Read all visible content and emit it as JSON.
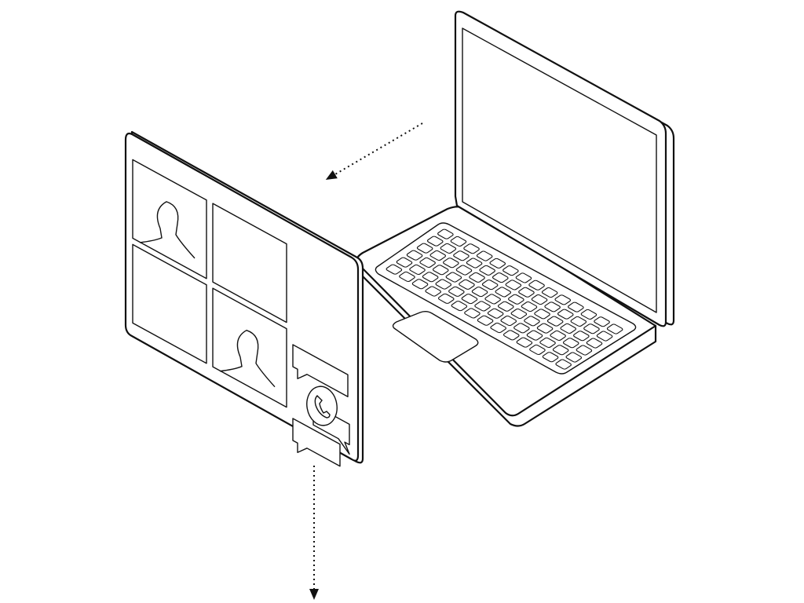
{
  "colors": {
    "stroke": "#111111",
    "background": "#ffffff"
  },
  "icons": {
    "call": "phone-icon",
    "participant": "person-silhouette-icon",
    "message": "chat-bubble-icon"
  },
  "video_call_panel": {
    "tiles": [
      {
        "has_person": true
      },
      {
        "has_person": false
      },
      {
        "has_person": false
      },
      {
        "has_person": true
      }
    ],
    "chat_bubble_count": 3
  },
  "keyboard": {
    "columns": 14,
    "rows": 6
  }
}
